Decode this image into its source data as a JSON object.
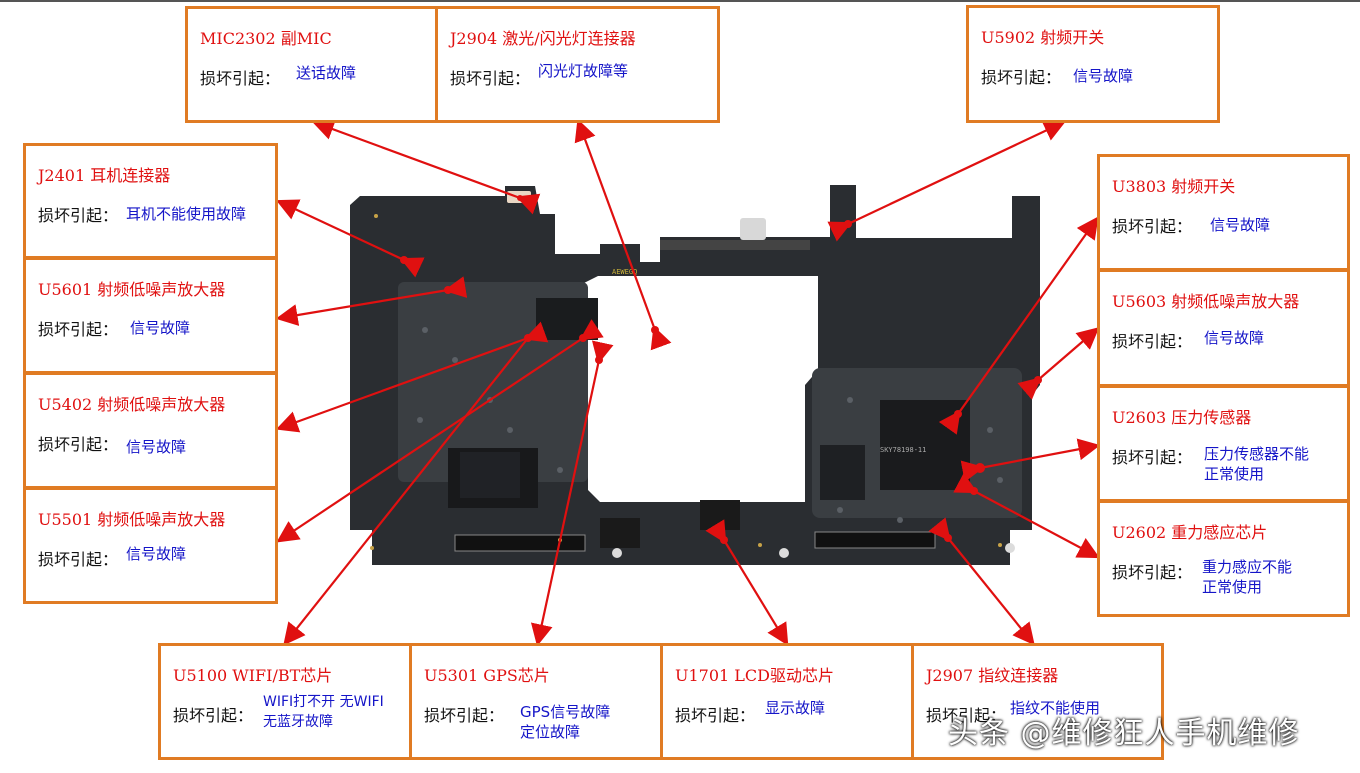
{
  "components": [
    {
      "title": "MIC2302  副MIC",
      "label": "损坏引起：",
      "value_lines": [
        "送话故障"
      ]
    },
    {
      "title": "J2904  激光/闪光灯连接器",
      "label": "损坏引起：",
      "value_lines": [
        "闪光灯故障等"
      ]
    },
    {
      "title": "U5902  射频开关",
      "label": "损坏引起：",
      "value_lines": [
        "信号故障"
      ]
    },
    {
      "title": "J2401  耳机连接器",
      "label": "损坏引起：",
      "value_lines": [
        "耳机不能使用故障"
      ]
    },
    {
      "title": "U3803   射频开关",
      "label": "损坏引起：",
      "value_lines": [
        "信号故障"
      ]
    },
    {
      "title": "U5601  射频低噪声放大器",
      "label": "损坏引起：",
      "value_lines": [
        "信号故障"
      ]
    },
    {
      "title": "U5603  射频低噪声放大器",
      "label": "损坏引起：",
      "value_lines": [
        "信号故障"
      ]
    },
    {
      "title": "U5402  射频低噪声放大器",
      "label": "损坏引起：",
      "value_lines": [
        "信号故障"
      ]
    },
    {
      "title": "U2603  压力传感器",
      "label": "损坏引起：",
      "value_lines": [
        "压力传感器不能",
        "正常使用"
      ]
    },
    {
      "title": "U5501  射频低噪声放大器",
      "label": "损坏引起：",
      "value_lines": [
        "信号故障"
      ]
    },
    {
      "title": "U2602  重力感应芯片",
      "label": "损坏引起：",
      "value_lines": [
        "重力感应不能",
        "正常使用"
      ]
    },
    {
      "title": "U5100 WIFI/BT芯片",
      "label": "损坏引起：",
      "value_lines": [
        "WIFI打不开  无WIFI",
        "无蓝牙故障"
      ]
    },
    {
      "title": "U5301 GPS芯片",
      "label": "损坏引起：",
      "value_lines": [
        "GPS信号故障",
        "定位故障"
      ]
    },
    {
      "title": "U1701 LCD驱动芯片",
      "label": "损坏引起：",
      "value_lines": [
        "显示故障"
      ]
    },
    {
      "title": "J2907  指纹连接器",
      "label": "损坏引起：",
      "value_lines": [
        "指纹不能使用"
      ]
    }
  ],
  "board_text": [
    "AEWEGQ",
    "SKY78198-11"
  ],
  "watermark": "头条 @维修狂人手机维修",
  "colors": {
    "box_border": "#e07b23",
    "title": "#e01010",
    "value": "#1515c8",
    "arrow": "#e01010",
    "board": "#2a2d31"
  }
}
